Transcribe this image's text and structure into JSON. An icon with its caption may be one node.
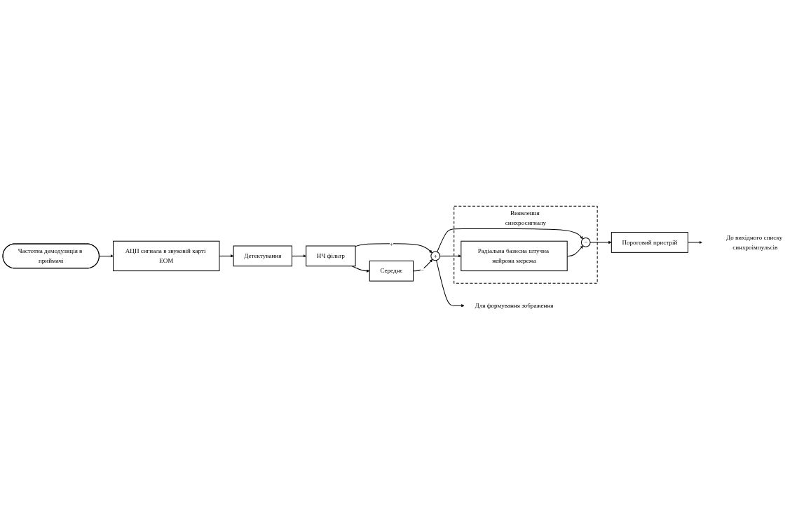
{
  "diagram": {
    "nodes": [
      {
        "text": [
          "Частотна демодуляція в приймачі"
        ]
      },
      {
        "text": [
          "АЦП сигнала в звуковій карті ЕОМ"
        ]
      },
      {
        "text": [
          "Детектування"
        ]
      },
      {
        "text": [
          "НЧ фільтр"
        ]
      },
      {
        "text": [
          "+"
        ]
      },
      {
        "text": [
          "Середнє"
        ]
      },
      {
        "text": [
          "Виявлення синхросигналу"
        ]
      },
      {
        "text": [
          "Радіальна базисна штучна нейрона мережа"
        ],
        "in": 6
      },
      {
        "text": [
          "−"
        ],
        "in": 6
      },
      {
        "text": [
          "Пороговий пристрій"
        ]
      },
      {
        "text": [
          "До вихідного списку синхроімпульсів"
        ]
      },
      {
        "text": [
          "Для формування зображення"
        ]
      }
    ],
    "edges": [
      {
        "from": 0,
        "to": 1,
        "arrow": "to"
      },
      {
        "from": 1,
        "to": 2,
        "arrow": "to"
      },
      {
        "from": 2,
        "to": 3,
        "arrow": "to"
      },
      {
        "from": 3,
        "to": 4,
        "arrow": "to",
        "label": "+"
      },
      {
        "from": 3,
        "to": 5,
        "arrow": "to"
      },
      {
        "from": 5,
        "to": 4,
        "arrow": "to",
        "label": "−"
      },
      {
        "from": 4,
        "to": 7,
        "arrow": "to"
      },
      {
        "from": 4,
        "to": 8,
        "arrow": "to"
      },
      {
        "from": 4,
        "to": 11,
        "arrow": "to"
      },
      {
        "from": 7,
        "to": 8,
        "arrow": "to"
      },
      {
        "from": 8,
        "to": 9,
        "arrow": "to"
      },
      {
        "from": 9,
        "to": 10,
        "arrow": "to"
      }
    ]
  }
}
